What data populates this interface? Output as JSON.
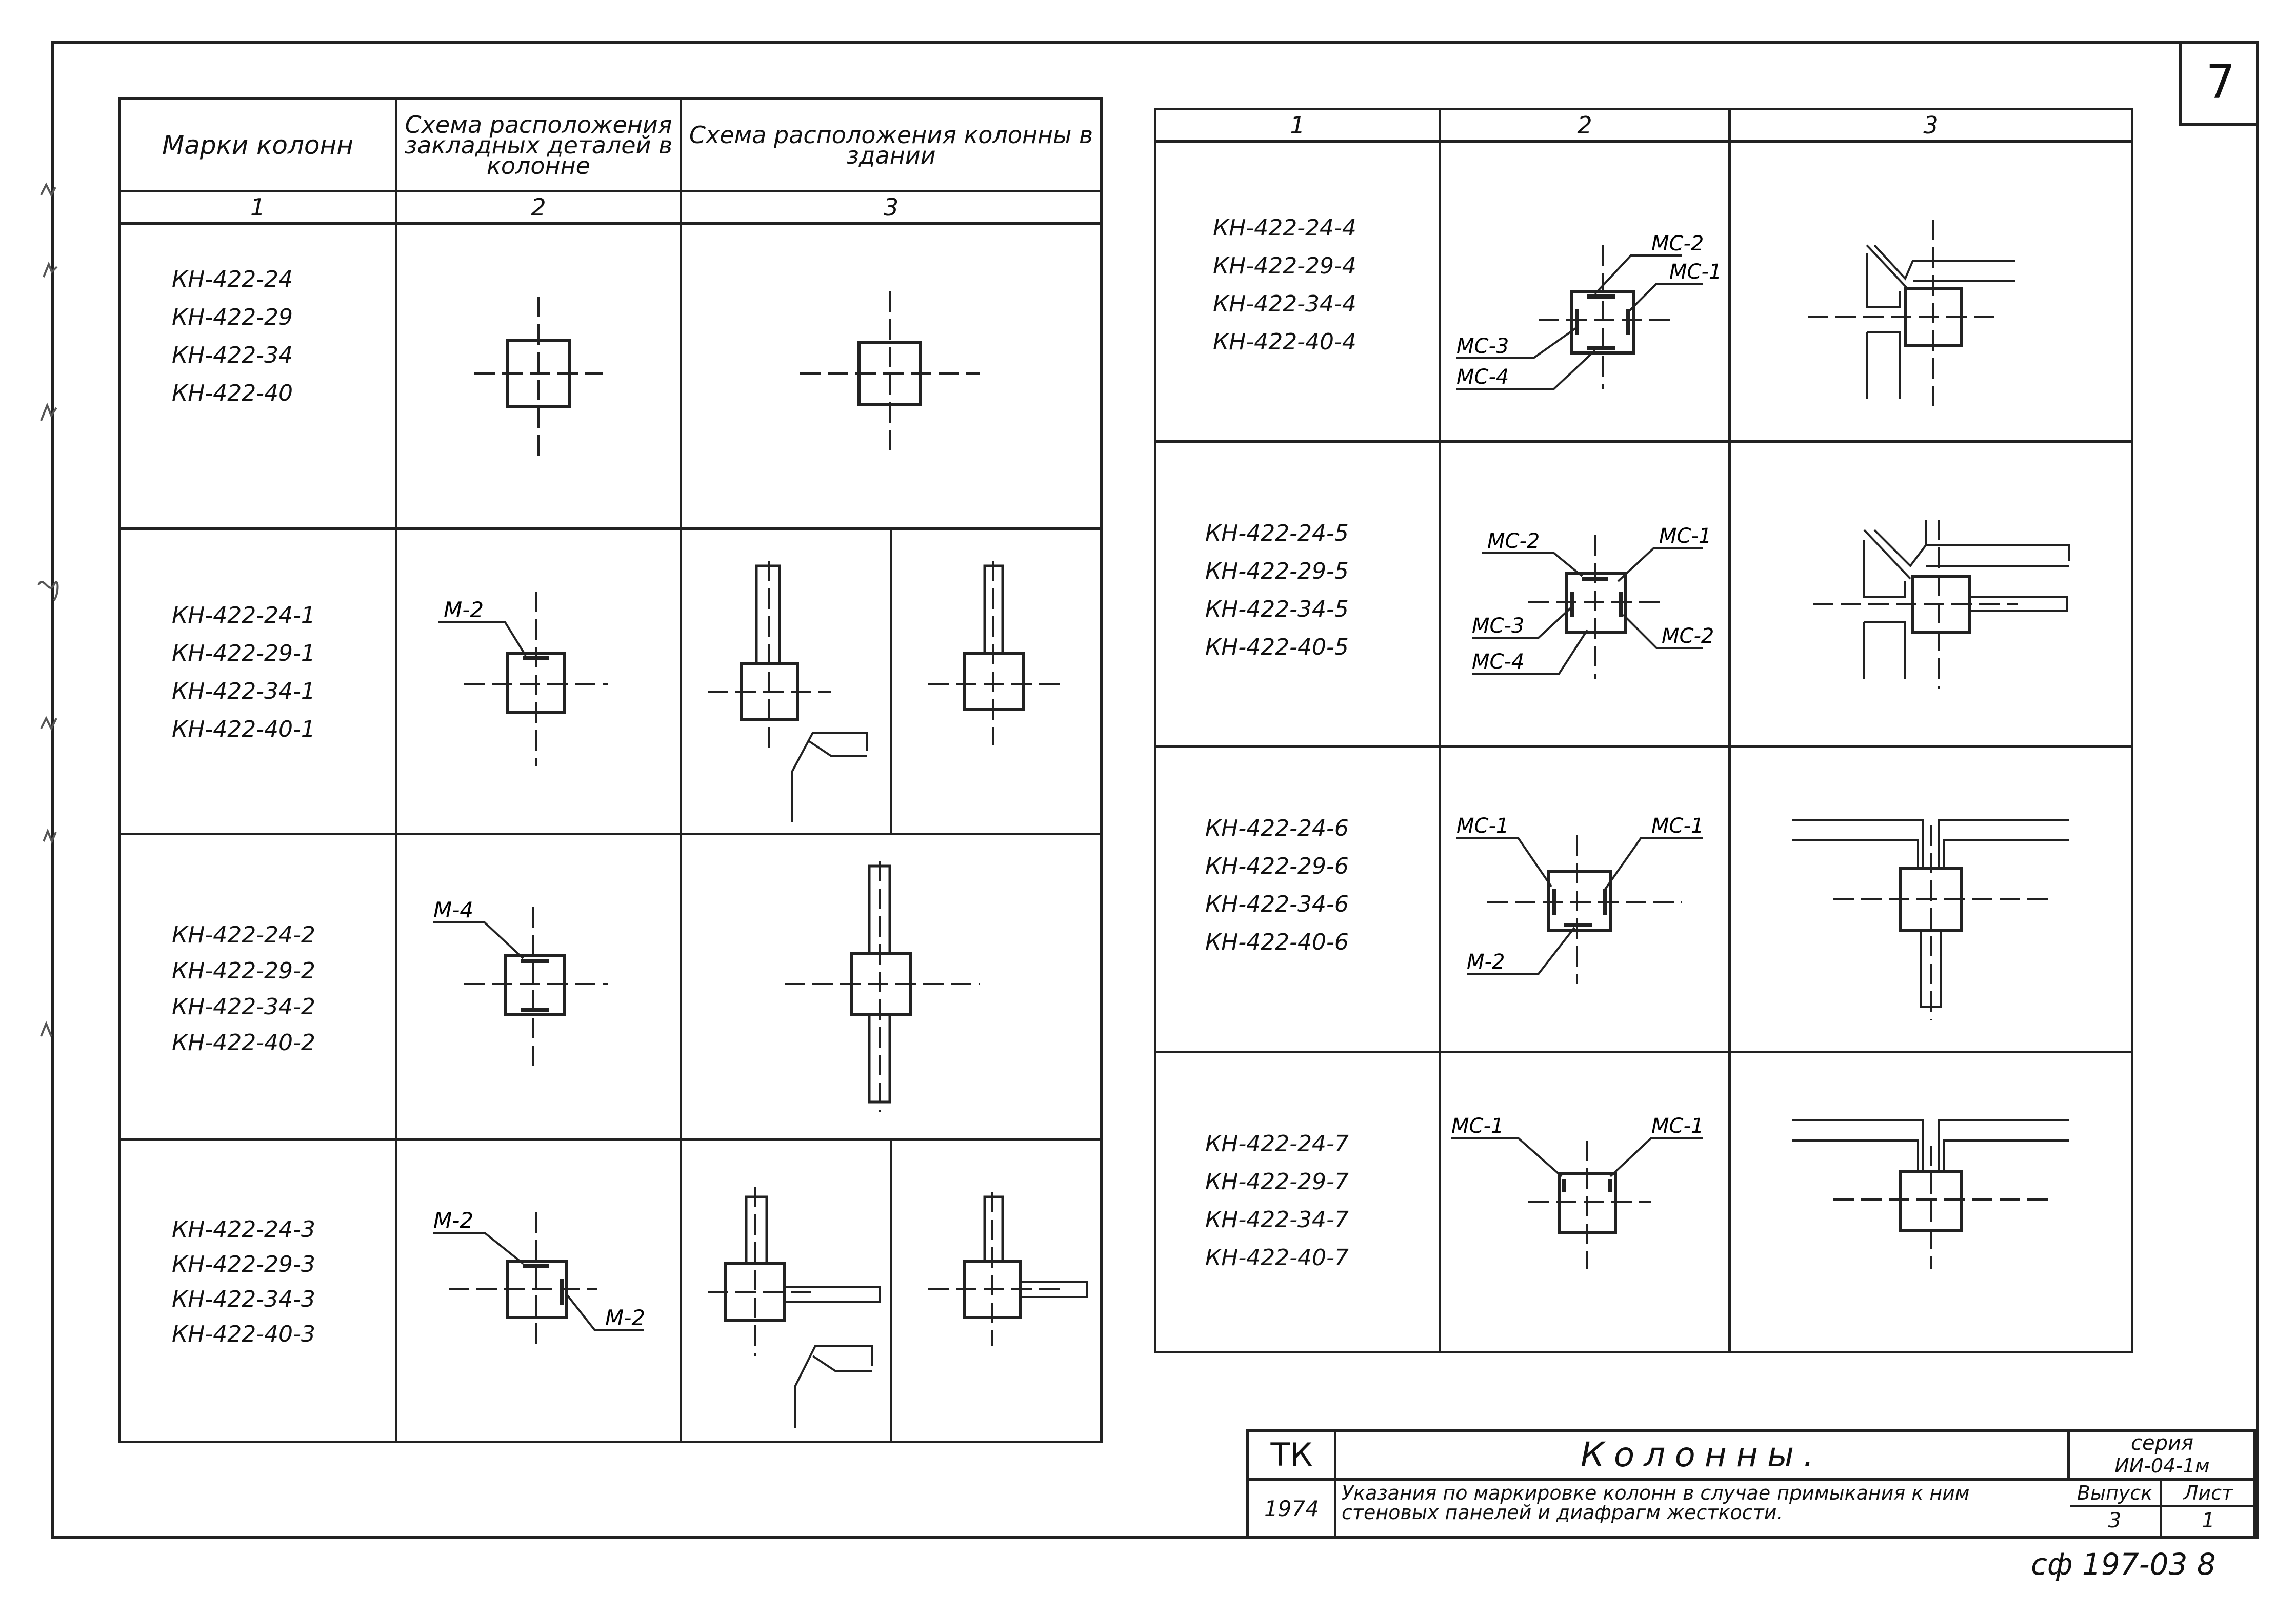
{
  "sheet_number": "7",
  "left_table": {
    "headers": {
      "col1": "Марки колонн",
      "col2": "Схема расположения закладных деталей в колонне",
      "col3": "Схема расположения колонны в здании"
    },
    "col_numbers": [
      "1",
      "2",
      "3"
    ],
    "rows": [
      {
        "marks": [
          "КН-422-24",
          "КН-422-29",
          "КН-422-34",
          "КН-422-40"
        ],
        "labels": []
      },
      {
        "marks": [
          "КН-422-24-1",
          "КН-422-29-1",
          "КН-422-34-1",
          "КН-422-40-1"
        ],
        "labels": [
          "М-2"
        ]
      },
      {
        "marks": [
          "КН-422-24-2",
          "КН-422-29-2",
          "КН-422-34-2",
          "КН-422-40-2"
        ],
        "labels": [
          "М-4"
        ]
      },
      {
        "marks": [
          "КН-422-24-3",
          "КН-422-29-3",
          "КН-422-34-3",
          "КН-422-40-3"
        ],
        "labels": [
          "М-2",
          "М-2"
        ]
      }
    ]
  },
  "right_table": {
    "col_numbers": [
      "1",
      "2",
      "3"
    ],
    "rows": [
      {
        "marks": [
          "КН-422-24-4",
          "КН-422-29-4",
          "КН-422-34-4",
          "КН-422-40-4"
        ],
        "labels": [
          "МС-2",
          "МС-1",
          "МС-3",
          "МС-4"
        ]
      },
      {
        "marks": [
          "КН-422-24-5",
          "КН-422-29-5",
          "КН-422-34-5",
          "КН-422-40-5"
        ],
        "labels": [
          "МС-2",
          "МС-1",
          "МС-3",
          "МС-2",
          "МС-4"
        ]
      },
      {
        "marks": [
          "КН-422-24-6",
          "КН-422-29-6",
          "КН-422-34-6",
          "КН-422-40-6"
        ],
        "labels": [
          "МС-1",
          "МС-1",
          "М-2"
        ]
      },
      {
        "marks": [
          "КН-422-24-7",
          "КН-422-29-7",
          "КН-422-34-7",
          "КН-422-40-7"
        ],
        "labels": [
          "МС-1",
          "МС-1"
        ]
      }
    ]
  },
  "title_block": {
    "code": "ТК",
    "year": "1974",
    "title": "Колонны.",
    "description": "Указания по маркировке колонн в случае примыкания к ним стеновых панелей и диафрагм жесткости.",
    "series_label": "серия",
    "series_value": "ИИ-04-1м",
    "issue_label": "Выпуск",
    "issue_value": "3",
    "sheet_label": "Лист",
    "sheet_value": "1"
  },
  "stamp": "сф 197-03  8"
}
